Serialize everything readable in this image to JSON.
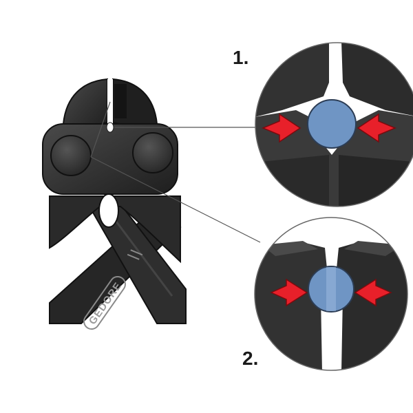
{
  "steps": [
    {
      "label": "1."
    },
    {
      "label": "2."
    }
  ],
  "brand": {
    "text": "GEDORE"
  },
  "colors": {
    "body": "#2b2b2b",
    "body_highlight": "#4a4a4a",
    "bolt": "#3c3c3c",
    "material": "#6f95c4",
    "arrow": "#e8202a",
    "leader": "#555555"
  }
}
